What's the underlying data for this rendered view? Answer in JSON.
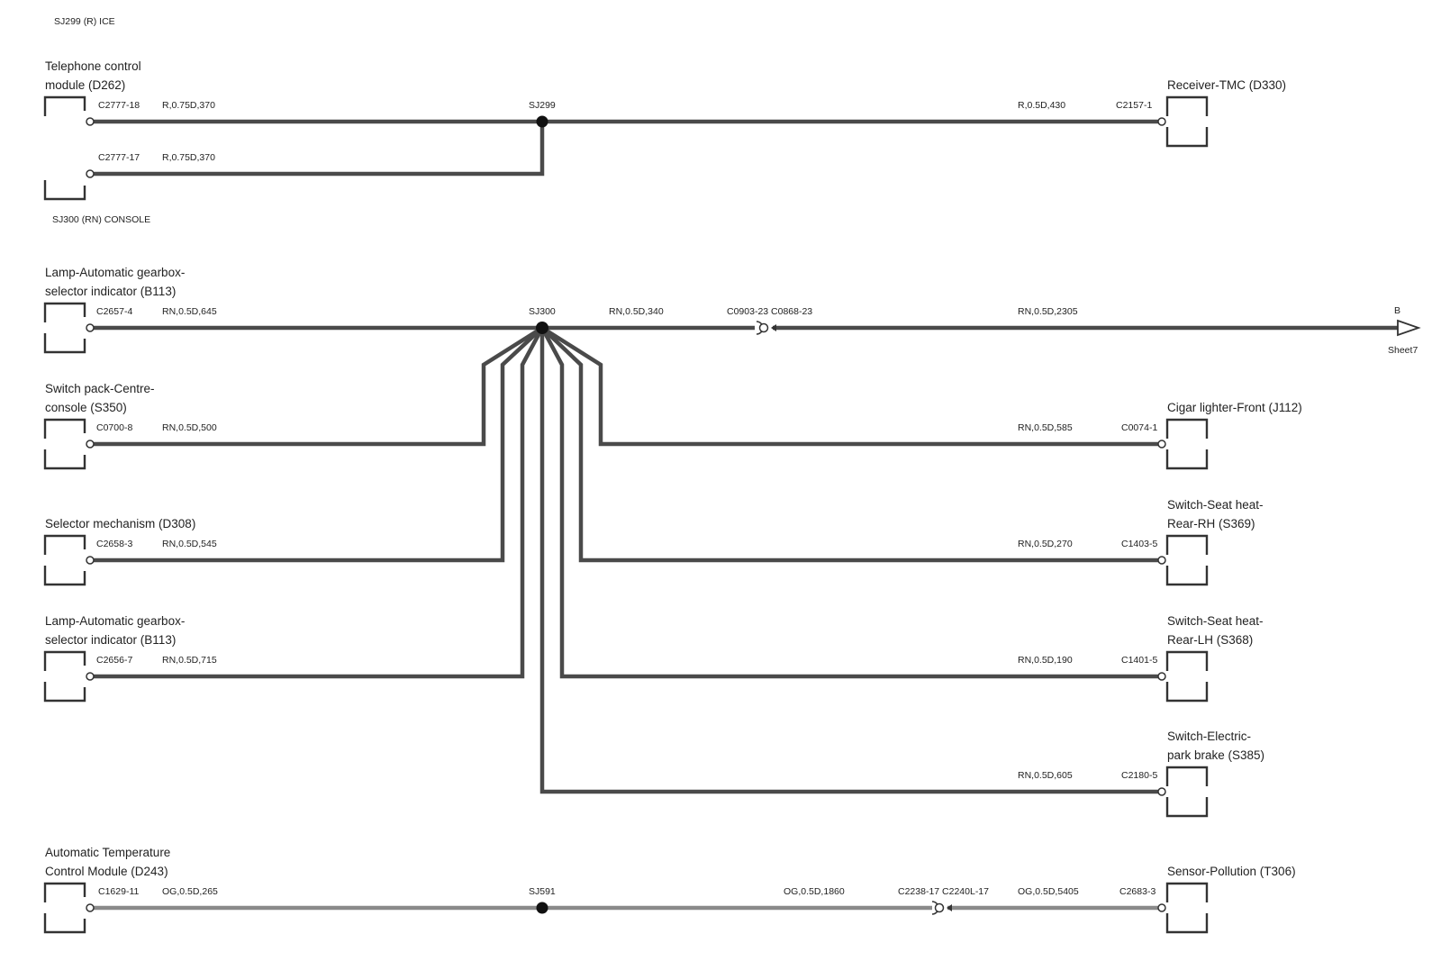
{
  "sections": [
    {
      "label": "SJ299 (R) ICE"
    },
    {
      "label": "SJ300 (RN) CONSOLE"
    }
  ],
  "components": {
    "telephone_module": [
      "Telephone control",
      "module (D262)"
    ],
    "receiver_tmc": [
      "Receiver-TMC (D330)"
    ],
    "lamp_gearbox_1": [
      "Lamp-Automatic gearbox-",
      "selector indicator (B113)"
    ],
    "switch_pack": [
      "Switch pack-Centre-",
      "console (S350)"
    ],
    "selector_mechanism": [
      "Selector mechanism (D308)"
    ],
    "lamp_gearbox_2": [
      "Lamp-Automatic gearbox-",
      "selector indicator (B113)"
    ],
    "cigar_lighter": [
      "Cigar lighter-Front (J112)"
    ],
    "seat_heat_rh": [
      "Switch-Seat heat-",
      "Rear-RH (S369)"
    ],
    "seat_heat_lh": [
      "Switch-Seat heat-",
      "Rear-LH (S368)"
    ],
    "park_brake": [
      "Switch-Electric-",
      "park brake (S385)"
    ],
    "atc_module": [
      "Automatic Temperature",
      "Control Module (D243)"
    ],
    "sensor_pollution": [
      "Sensor-Pollution (T306)"
    ]
  },
  "connectors": {
    "c2777_18": "C2777-18",
    "c2777_17": "C2777-17",
    "c2157_1": "C2157-1",
    "c2657_4": "C2657-4",
    "c0903_c0868": "C0903-23 C0868-23",
    "c0700_8": "C0700-8",
    "c0074_1": "C0074-1",
    "c2658_3": "C2658-3",
    "c1403_5": "C1403-5",
    "c2656_7": "C2656-7",
    "c1401_5": "C1401-5",
    "c2180_5": "C2180-5",
    "c1629_11": "C1629-11",
    "c2238_c2240": "C2238-17 C2240L-17",
    "c2683_3": "C2683-3"
  },
  "wires": {
    "w_370a": "R,0.75D,370",
    "w_370b": "R,0.75D,370",
    "w_430": "R,0.5D,430",
    "w_645": "RN,0.5D,645",
    "w_340": "RN,0.5D,340",
    "w_2305": "RN,0.5D,2305",
    "w_500": "RN,0.5D,500",
    "w_585": "RN,0.5D,585",
    "w_545": "RN,0.5D,545",
    "w_270": "RN,0.5D,270",
    "w_715": "RN,0.5D,715",
    "w_190": "RN,0.5D,190",
    "w_605": "RN,0.5D,605",
    "w_265": "OG,0.5D,265",
    "w_1860": "OG,0.5D,1860",
    "w_5405": "OG,0.5D,5405"
  },
  "splices": {
    "sj299": "SJ299",
    "sj300": "SJ300",
    "sj591": "SJ591"
  },
  "offsheet": {
    "label": "B",
    "sheet": "Sheet7"
  },
  "colors": {
    "wire": "#4a4a4a",
    "wire_og": "#8a8a8a",
    "outline": "#333333"
  }
}
